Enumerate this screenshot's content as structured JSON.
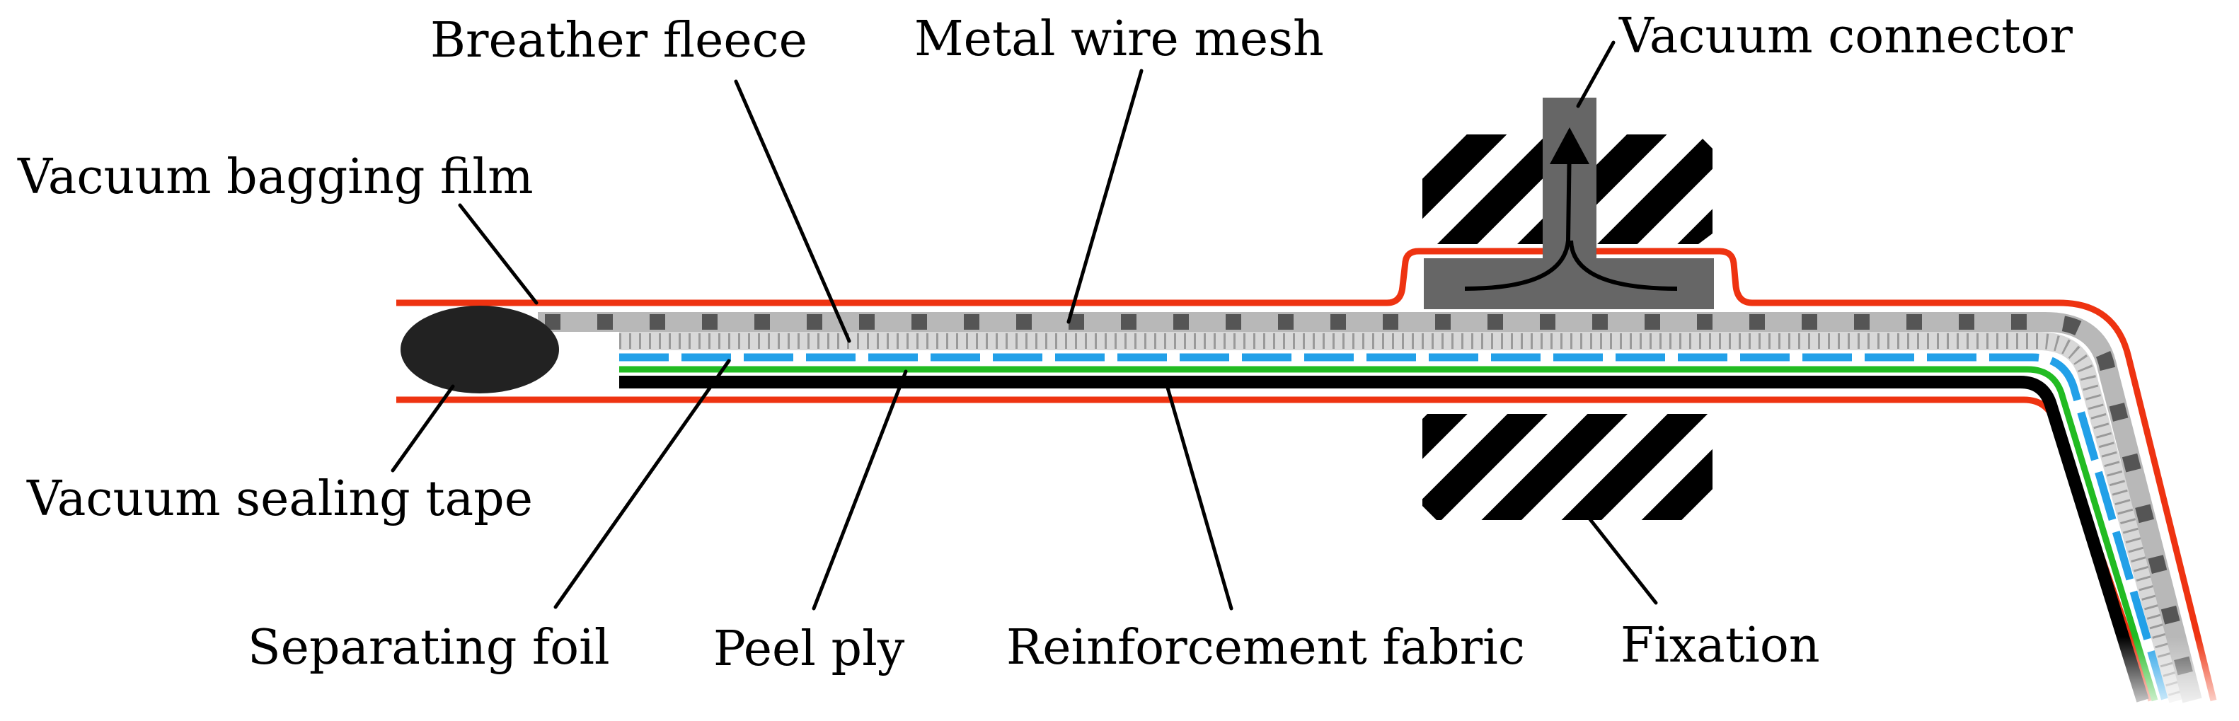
{
  "labels": {
    "breather_fleece": "Breather fleece",
    "metal_wire_mesh": "Metal wire mesh",
    "vacuum_connector": "Vacuum connector",
    "vacuum_bagging_film": "Vacuum bagging film",
    "vacuum_sealing_tape": "Vacuum sealing tape",
    "separating_foil": "Separating foil",
    "peel_ply": "Peel ply",
    "reinforcement_fabric": "Reinforcement fabric",
    "fixation": "Fixation"
  },
  "colors": {
    "bagging_film": "#ee3311",
    "sealing_tape": "#222222",
    "wire_mesh_base": "#b8b8b8",
    "wire_mesh_squares": "#555555",
    "breather_fleece": "#d8d8d8",
    "separating_foil": "#22a0e8",
    "peel_ply": "#22bb22",
    "reinforcement_fabric": "#000000",
    "connector": "#666666",
    "fixation_hatch": "#000000"
  }
}
